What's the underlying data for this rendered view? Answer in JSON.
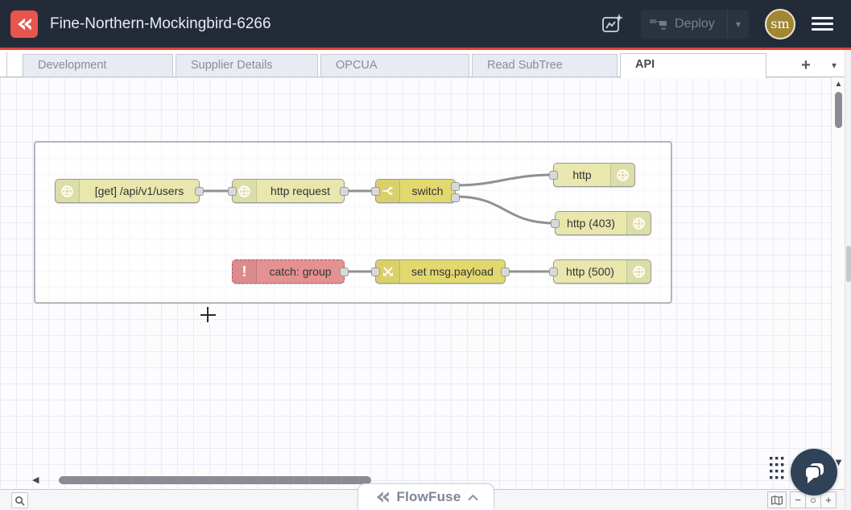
{
  "header": {
    "title": "Fine-Northern-Mockingbird-6266",
    "deploy": {
      "label": "Deploy"
    },
    "avatar": {
      "initials": "sm"
    }
  },
  "tab_bar": {
    "tabs": [
      {
        "label": "Development",
        "active": false
      },
      {
        "label": "Supplier Details",
        "active": false
      },
      {
        "label": "OPCUA",
        "active": false
      },
      {
        "label": "Read SubTree",
        "active": false
      },
      {
        "label": "API",
        "active": true
      }
    ]
  },
  "flow": {
    "nodes": [
      {
        "label": "[get] /api/v1/users",
        "type": "http in"
      },
      {
        "label": "http request",
        "type": "http request"
      },
      {
        "label": "switch",
        "type": "switch"
      },
      {
        "label": "http",
        "type": "http response"
      },
      {
        "label": "http (403)",
        "type": "http response"
      },
      {
        "label": "catch: group",
        "type": "catch"
      },
      {
        "label": "set msg.payload",
        "type": "change"
      },
      {
        "label": "http (500)",
        "type": "http response"
      }
    ],
    "catch_exclamation": "!"
  },
  "badge": {
    "label": "FlowFuse"
  },
  "footer": {
    "zoom_out": "−",
    "zoom_reset": "○",
    "zoom_in": "+"
  },
  "icons": {
    "caret_down": "▾",
    "tab_add": "+",
    "tab_overflow": "▾",
    "scroll_up": "▲",
    "scroll_down": "▼",
    "scroll_left": "◀",
    "scroll_right": "▶"
  },
  "colors": {
    "header_bg": "#232b39",
    "accent_red": "#df423b",
    "node_pale_yellow": "#e7e7ae",
    "node_gold": "#e2d96e",
    "node_red": "#e49191",
    "avatar_bg": "#a18634",
    "chat_bg": "#2f4257"
  }
}
